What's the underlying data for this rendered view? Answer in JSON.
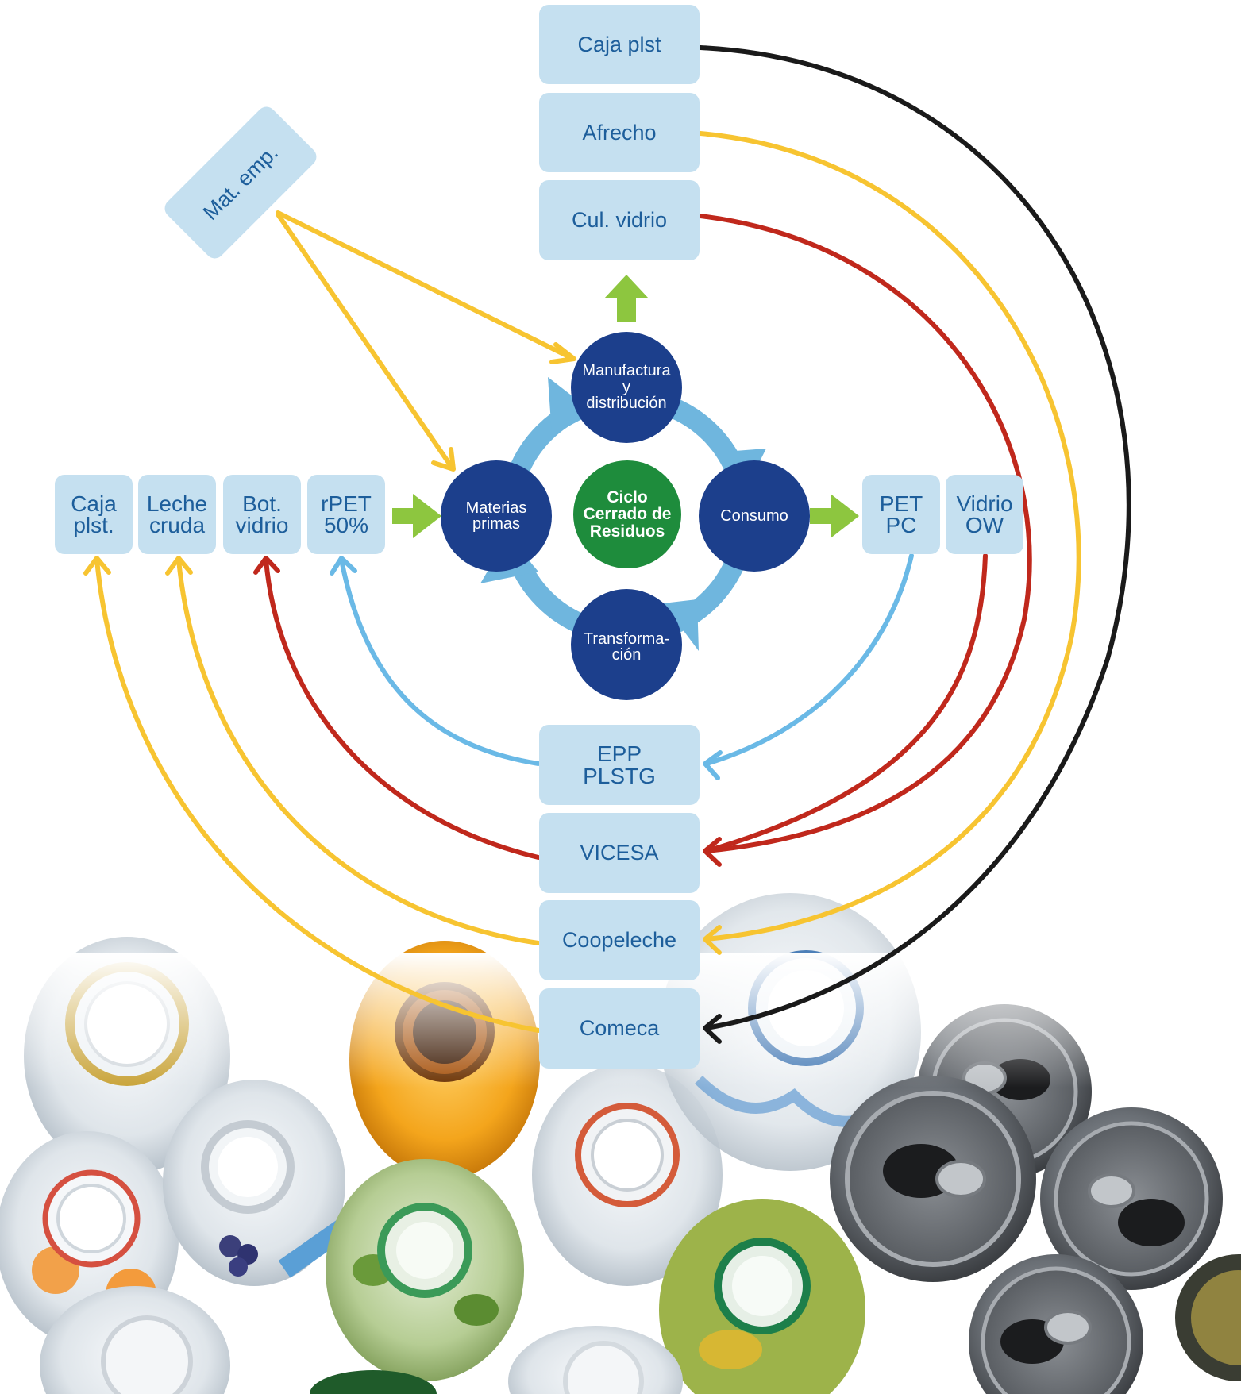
{
  "diagram": {
    "center": "Ciclo\nCerrado de\nResiduos",
    "cycle_nodes": {
      "manufactura": "Manufactura\ny\ndistribución",
      "materias": "Materias\nprimas",
      "consumo": "Consumo",
      "transformacion": "Transforma-\nción"
    },
    "top_outputs": {
      "caja_plst": "Caja plst",
      "afrecho": "Afrecho",
      "cul_vidrio": "Cul. vidrio"
    },
    "mat_emp": "Mat. emp.",
    "left_inputs": {
      "caja_plst": "Caja\nplst.",
      "leche_cruda": "Leche\ncruda",
      "bot_vidrio": "Bot.\nvidrio",
      "rpet": "rPET\n50%"
    },
    "right_outputs": {
      "pet_pc": "PET\nPC",
      "vidrio_ow": "Vidrio\nOW"
    },
    "processors": {
      "epp": "EPP\nPLSTG",
      "vicesa": "VICESA",
      "coopeleche": "Coopeleche",
      "comeca": "Comeca"
    }
  },
  "colors": {
    "box_fill": "#c5e0f0",
    "box_text": "#1d5e9b",
    "node_fill": "#1c3f8c",
    "center_fill": "#1e8c3c",
    "cycle_arrow": "#6fb6de",
    "green_arrow": "#8dc63f",
    "yellow": "#f7c431",
    "red": "#c0281c",
    "blue": "#6ab9e6",
    "black": "#1a1a1a"
  },
  "background": "photo-of-recycled-bottles-and-cans"
}
